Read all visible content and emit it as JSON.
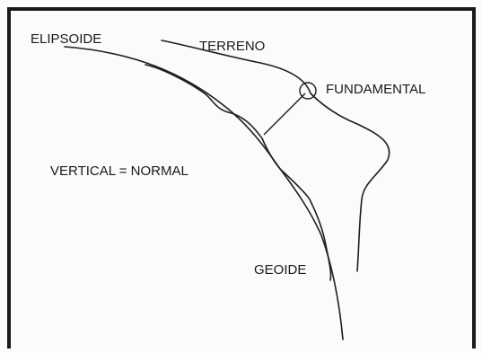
{
  "diagram": {
    "labels": {
      "elipsoide": "ELIPSOIDE",
      "terreno": "TERRENO",
      "fundamental": "FUNDAMENTAL",
      "vertical_normal": "VERTICAL = NORMAL",
      "geoide": "GEOIDE"
    },
    "colors": {
      "ink": "#1e1e1e",
      "paper": "#fbfbfb"
    }
  }
}
